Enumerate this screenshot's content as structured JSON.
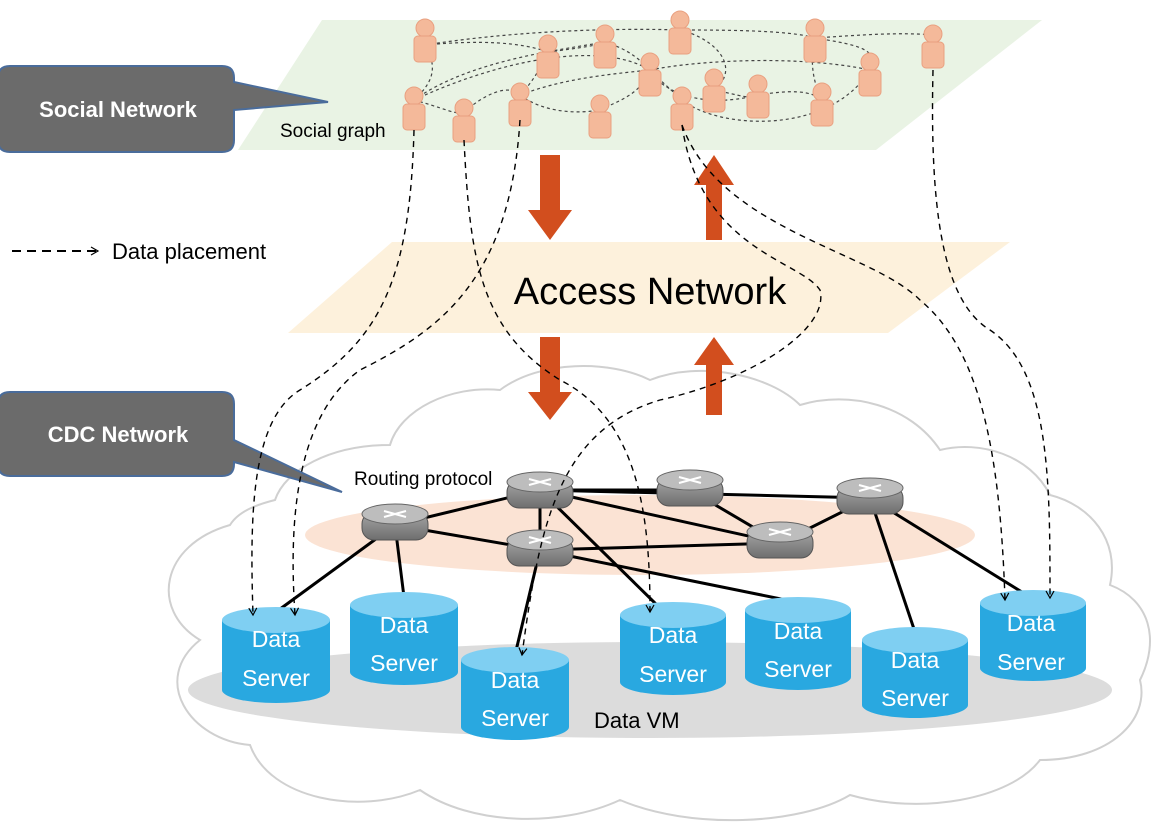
{
  "callouts": {
    "social": "Social Network",
    "cdc": "CDC Network"
  },
  "labels": {
    "social_graph": "Social graph",
    "access_network": "Access Network",
    "routing_protocol": "Routing protocol",
    "data_vm": "Data VM"
  },
  "legend": {
    "data_placement": "Data placement"
  },
  "servers": [
    {
      "line1": "Data",
      "line2": "Server"
    },
    {
      "line1": "Data",
      "line2": "Server"
    },
    {
      "line1": "Data",
      "line2": "Server"
    },
    {
      "line1": "Data",
      "line2": "Server"
    },
    {
      "line1": "Data",
      "line2": "Server"
    },
    {
      "line1": "Data",
      "line2": "Server"
    },
    {
      "line1": "Data",
      "line2": "Server"
    }
  ],
  "colors": {
    "social_plane": "#e9f3e4",
    "access_plane": "#fdf1dc",
    "routing_plane": "#fbe3d4",
    "vm_plane": "#dcdcdc",
    "callout_fill": "#6b6b6b",
    "callout_stroke": "#4a6c9b",
    "arrow": "#d24e1e",
    "server_fill": "#29a8e0",
    "server_top": "#7fcff2",
    "person": "#f4b99a",
    "router": "#8c8c8c"
  }
}
